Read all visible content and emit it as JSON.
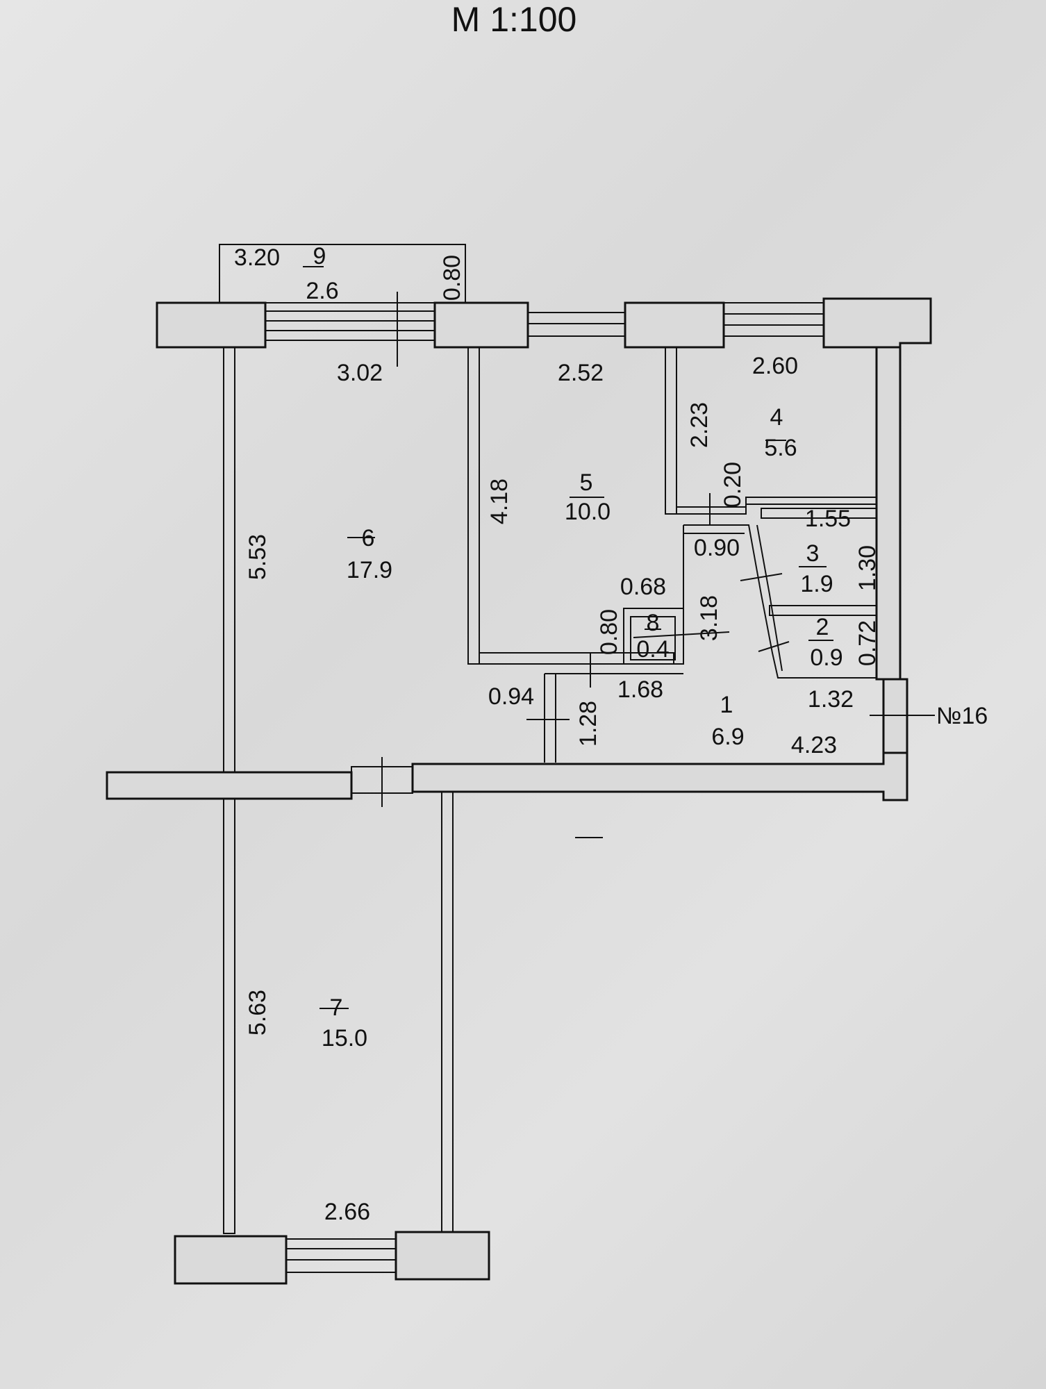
{
  "scale_label": "М 1:100",
  "apartment_label": "№16",
  "rooms": [
    {
      "num": "1",
      "area": "6.9"
    },
    {
      "num": "2",
      "area": "0.9"
    },
    {
      "num": "3",
      "area": "1.9"
    },
    {
      "num": "4",
      "area": "5.6"
    },
    {
      "num": "5",
      "area": "10.0"
    },
    {
      "num": "6",
      "area": "17.9"
    },
    {
      "num": "7",
      "area": "15.0"
    },
    {
      "num": "8",
      "area": "0.4"
    },
    {
      "num": "9",
      "area": "2.6"
    }
  ],
  "dimensions": {
    "balcony_width": "3.20",
    "balcony_depth": "0.80",
    "room6_width": "3.02",
    "room6_length": "5.53",
    "room5_width": "2.52",
    "room5_length": "4.18",
    "room4_width": "2.60",
    "room4_length": "2.23",
    "wall_020": "0.20",
    "door_090": "0.90",
    "room3_width": "1.55",
    "room3_length": "1.30",
    "room8_width": "0.68",
    "room8_length": "0.80",
    "hall_318": "3.18",
    "room2_length": "0.72",
    "hall_094": "0.94",
    "hall_128": "1.28",
    "hall_168": "1.68",
    "hall_132": "1.32",
    "hall_423": "4.23",
    "room7_length": "5.63",
    "room7_width": "2.66"
  }
}
